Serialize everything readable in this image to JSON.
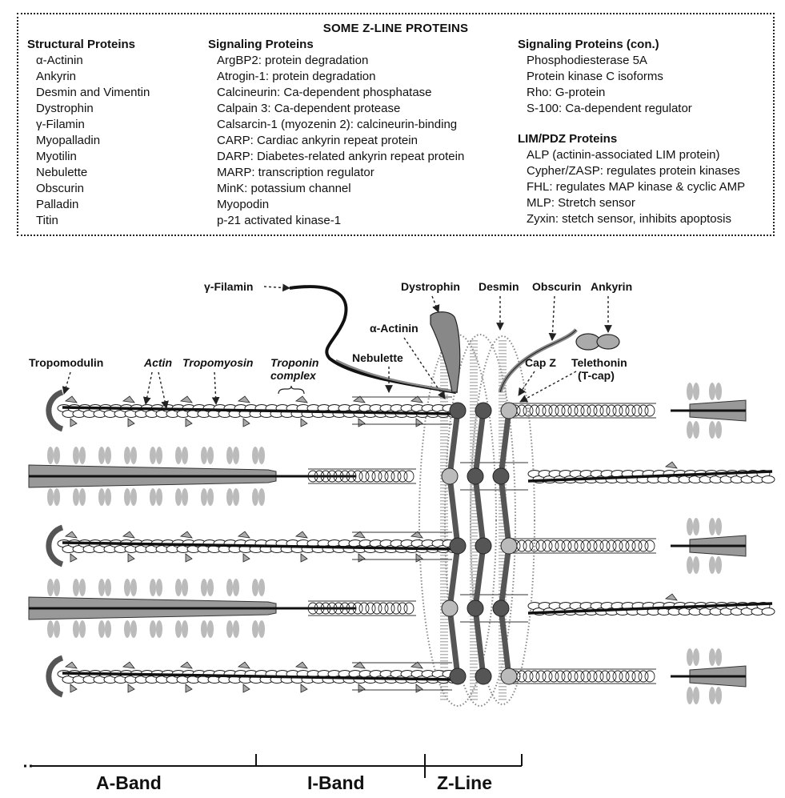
{
  "box": {
    "title": "SOME Z-LINE PROTEINS",
    "structural": {
      "heading": "Structural Proteins",
      "items": [
        "α-Actinin",
        "Ankyrin",
        "Desmin and Vimentin",
        "Dystrophin",
        "γ-Filamin",
        "Myopalladin",
        "Myotilin",
        "Nebulette",
        "Obscurin",
        "Palladin",
        "Titin"
      ]
    },
    "signaling": {
      "heading": "Signaling Proteins",
      "items": [
        "ArgBP2:  protein degradation",
        "Atrogin-1:  protein degradation",
        "Calcineurin: Ca-dependent phosphatase",
        "Calpain 3: Ca-dependent protease",
        "Calsarcin-1 (myozenin 2): calcineurin-binding",
        "CARP: Cardiac ankyrin repeat protein",
        "DARP: Diabetes-related ankyrin repeat protein",
        "MARP: transcription regulator",
        "MinK: potassium channel",
        "Myopodin",
        "p-21 activated kinase-1"
      ]
    },
    "signaling_con": {
      "heading": "Signaling Proteins (con.)",
      "items": [
        "Phosphodiesterase 5A",
        "Protein kinase C isoforms",
        "Rho: G-protein",
        "S-100: Ca-dependent regulator"
      ]
    },
    "lim": {
      "heading": "LIM/PDZ Proteins",
      "items": [
        "ALP (actinin-associated LIM protein)",
        "Cypher/ZASP:  regulates protein kinases",
        "FHL: regulates MAP kinase & cyclic AMP",
        "MLP: Stretch sensor",
        "Zyxin: stetch sensor, inhibits apoptosis"
      ]
    }
  },
  "diagram": {
    "labels": {
      "filamin": "γ-Filamin",
      "dystrophin": "Dystrophin",
      "desmin": "Desmin",
      "obscurin": "Obscurin",
      "ankyrin": "Ankyrin",
      "actinin": "α-Actinin",
      "tropomodulin": "Tropomodulin",
      "actin": "Actin",
      "tropomyosin": "Tropomyosin",
      "troponin_1": "Troponin",
      "troponin_2": "complex",
      "nebulette": "Nebulette",
      "capz": "Cap Z",
      "telethonin_1": "Telethonin",
      "telethonin_2": "(T-cap)"
    },
    "bands": {
      "a_band": "A-Band",
      "i_band": "I-Band",
      "z_line": "Z-Line"
    }
  }
}
